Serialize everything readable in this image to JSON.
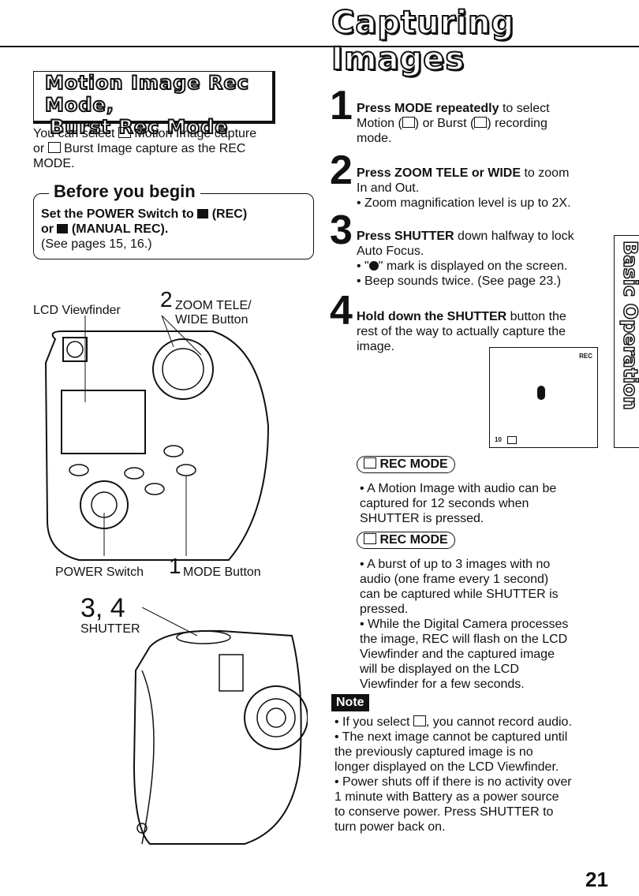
{
  "header": {
    "title": "Capturing Images"
  },
  "section": {
    "title_line1": "Motion Image Rec Mode,",
    "title_line2": "Burst Rec Mode"
  },
  "intro": {
    "line1": "You can select",
    "line1b": "Motion Image capture",
    "line2": "or",
    "line2b": "Burst Image capture as the REC",
    "line3": "MODE."
  },
  "before": {
    "title": "Before you begin",
    "line1": "Set the POWER Switch to",
    "line1b": "(REC)",
    "line2": "or",
    "line2b": "(MANUAL REC).",
    "line3": "(See pages 15, 16.)"
  },
  "fig1": {
    "lcd_label": "LCD  Viewfinder",
    "zoom_num": "2",
    "zoom_label1": "ZOOM TELE/",
    "zoom_label2": "WIDE Button",
    "power_label": "POWER Switch",
    "mode_num": "1",
    "mode_label": "MODE Button"
  },
  "fig2": {
    "num": "3, 4",
    "label": "SHUTTER"
  },
  "steps": [
    {
      "num": "1",
      "bold": "Press MODE repeatedly",
      "rest": " to select",
      "l2": "Motion (",
      "l2b": ") or Burst (",
      "l2c": ") recording",
      "l3": "mode."
    },
    {
      "num": "2",
      "bold": "Press ZOOM TELE or WIDE",
      "rest": " to zoom",
      "l2": "In and Out.",
      "b1": "• Zoom magnification level is up to 2X."
    },
    {
      "num": "3",
      "bold": "Press SHUTTER",
      "rest": " down halfway to lock",
      "l2": "Auto Focus.",
      "b1": "• \"",
      "b1b": "\" mark is displayed on the screen.",
      "b2": "• Beep sounds twice. (See page 23.)"
    },
    {
      "num": "4",
      "bold": "Hold down the SHUTTER",
      "rest": " button the",
      "l2": "rest of the way to actually capture the",
      "l3": "image."
    }
  ],
  "lcd": {
    "rec": "REC",
    "counter": "10"
  },
  "motion_mode": {
    "label": "REC MODE",
    "bullets": [
      "• A Motion Image with audio can be",
      "captured for 12 seconds when",
      "SHUTTER is pressed."
    ]
  },
  "burst_mode": {
    "label": "REC MODE",
    "b1": [
      "• A burst of up to 3 images with no",
      "audio (one frame every 1 second)",
      "can be captured while SHUTTER is",
      "pressed."
    ],
    "b2": [
      "• While the Digital Camera processes",
      "the image, REC will flash on the LCD",
      "Viewfinder and the captured image",
      "will be displayed on the LCD",
      "Viewfinder for a few seconds."
    ]
  },
  "note": {
    "label": "Note",
    "n1a": "• If you select",
    "n1b": ", you cannot record audio.",
    "n2": [
      "• The next image cannot be captured until",
      "the previously captured image is no",
      "longer displayed on the LCD Viewfinder."
    ],
    "n3": [
      "• Power shuts off if there is no activity over",
      "1 minute with Battery as a power source",
      "to conserve power. Press SHUTTER to",
      "turn power back on."
    ]
  },
  "sidetab": {
    "label": "Basic Operation"
  },
  "page": {
    "number": "21"
  }
}
